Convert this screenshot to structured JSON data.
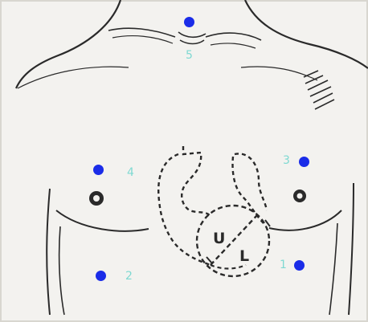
{
  "colors": {
    "paper": "#f3f2ef",
    "ink": "#2a2a2a",
    "marker": "#1a2ce8",
    "label": "#7fd9d2"
  },
  "heart_labels": {
    "upper": "U",
    "lower": "L"
  },
  "points": [
    {
      "id": 1,
      "label": "1"
    },
    {
      "id": 2,
      "label": "2"
    },
    {
      "id": 3,
      "label": "3"
    },
    {
      "id": 4,
      "label": "4"
    },
    {
      "id": 5,
      "label": "5"
    }
  ]
}
